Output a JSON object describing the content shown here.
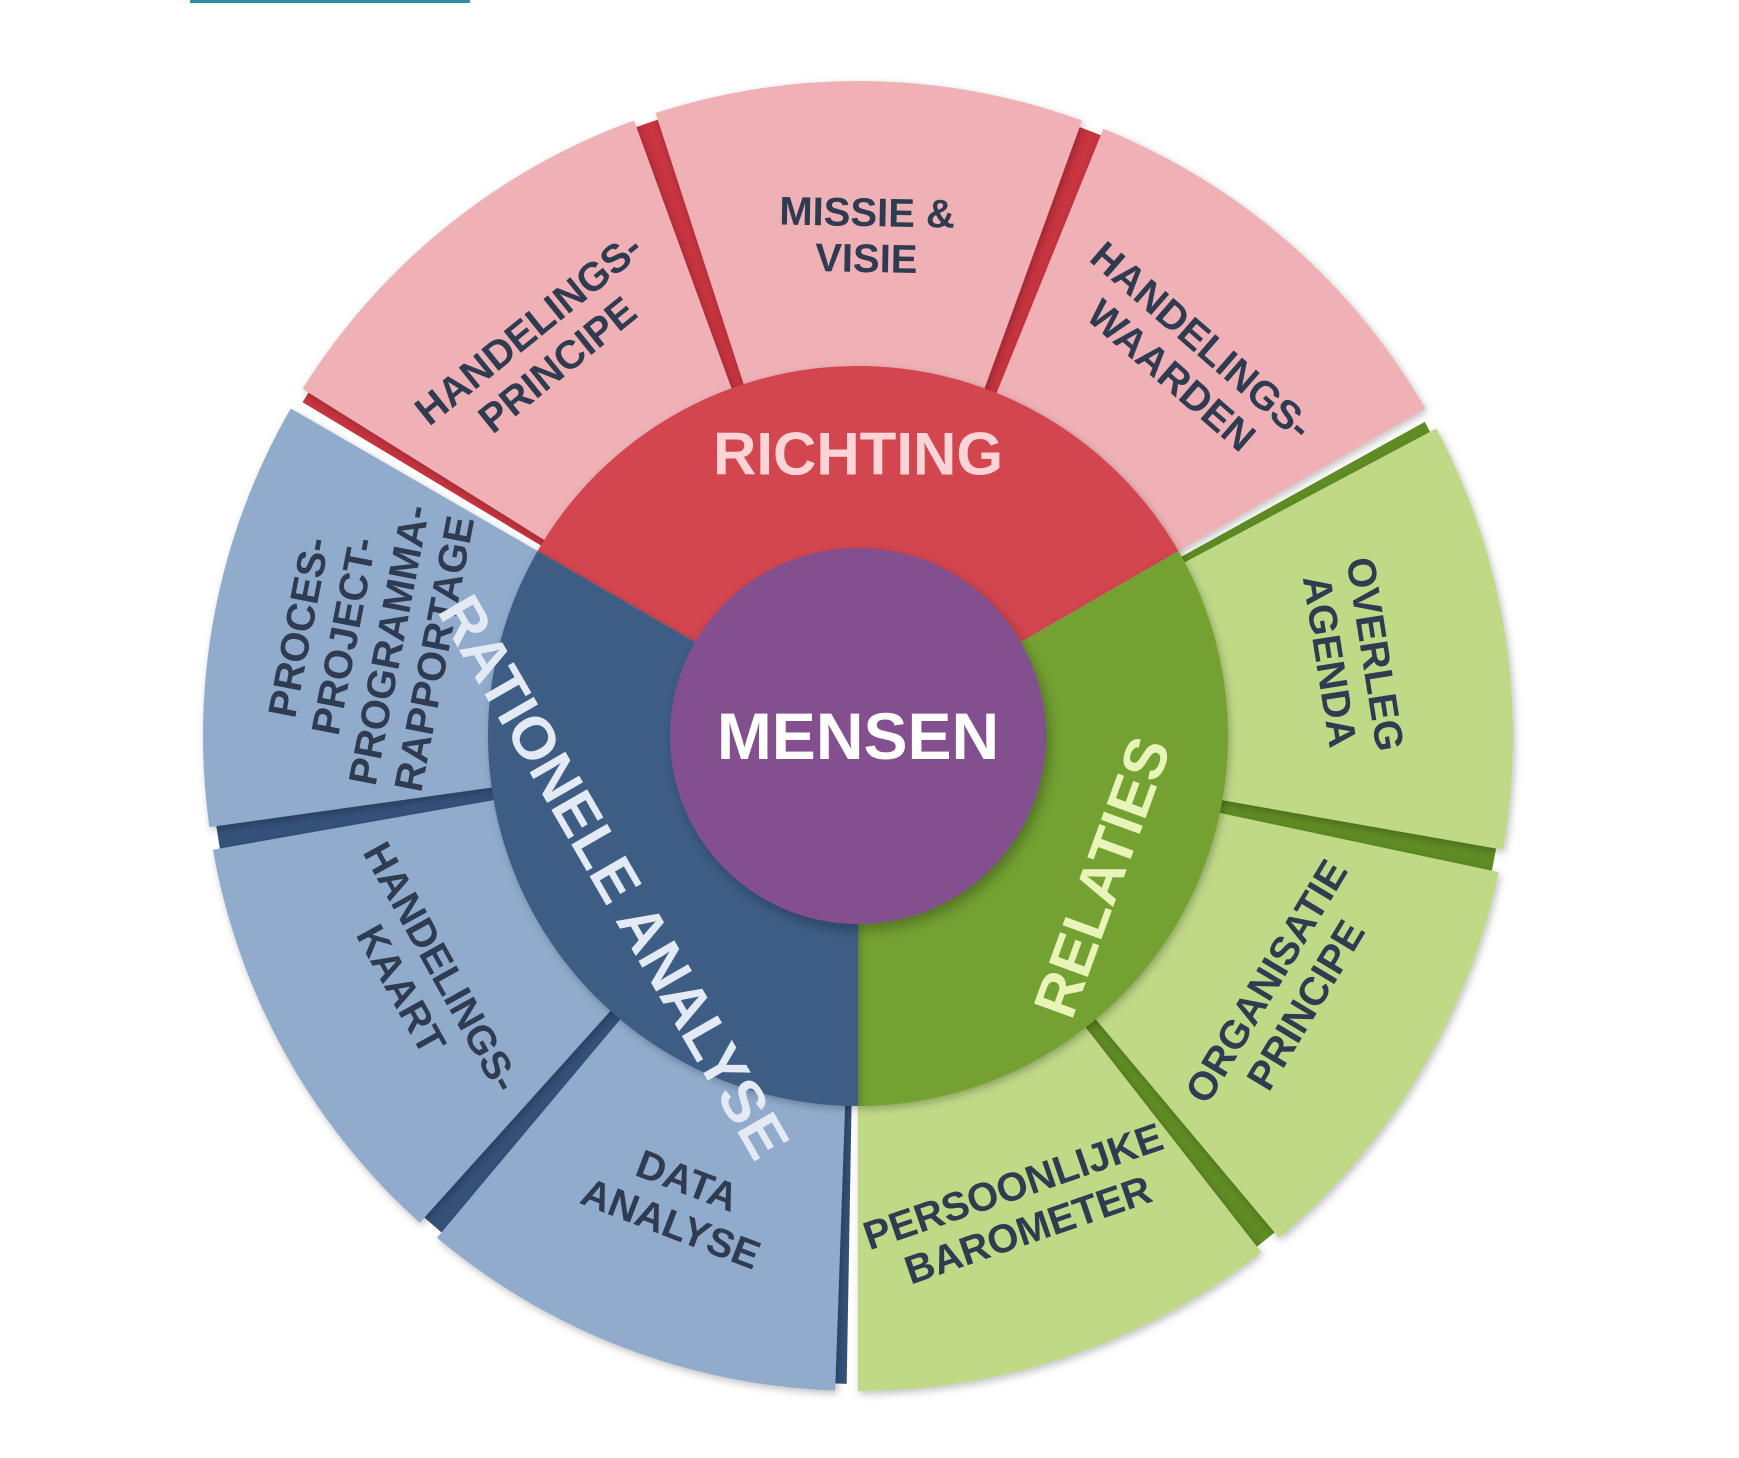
{
  "diagram": {
    "hub": {
      "label": "MENSEN",
      "color": "#83508f",
      "text_color": "#ffffff"
    },
    "sectors": [
      {
        "id": "richting",
        "label": "RICHTING",
        "ring_color": "#d3444f",
        "divider_color": "#c8343f",
        "outer_color": "#efb1b6",
        "ring_text_color": "#fbd4d7",
        "outer_text_color": "#2e3b50",
        "segments": [
          {
            "lines": [
              "HANDELINGS-",
              "PRINCIPE"
            ]
          },
          {
            "lines": [
              "MISSIE &",
              "VISIE"
            ]
          },
          {
            "lines": [
              "HANDELINGS-",
              "WAARDEN"
            ]
          }
        ]
      },
      {
        "id": "relaties",
        "label": "RELATIES",
        "ring_color": "#73a130",
        "divider_color": "#5f8c24",
        "outer_color": "#bfd987",
        "ring_text_color": "#e8f4b8",
        "outer_text_color": "#2e3b50",
        "segments": [
          {
            "lines": [
              "OVERLEG",
              "AGENDA"
            ]
          },
          {
            "lines": [
              "ORGANISATIE",
              "PRINCIPE"
            ]
          },
          {
            "lines": [
              "PERSOONLIJKE",
              "BAROMETER"
            ]
          }
        ]
      },
      {
        "id": "rationele-analyse",
        "label": "RATIONELE ANALYSE",
        "ring_color": "#3d5d85",
        "divider_color": "#34517a",
        "outer_color": "#90abcc",
        "ring_text_color": "#e4eaf4",
        "outer_text_color": "#2e3b50",
        "segments": [
          {
            "lines": [
              "DATA",
              "ANALYSE"
            ]
          },
          {
            "lines": [
              "HANDELINGS-",
              "KAART"
            ]
          },
          {
            "lines": [
              "PROCES-",
              "PROJECT-",
              "PROGRAMMA-",
              "RAPPORTAGE"
            ]
          }
        ]
      }
    ]
  }
}
